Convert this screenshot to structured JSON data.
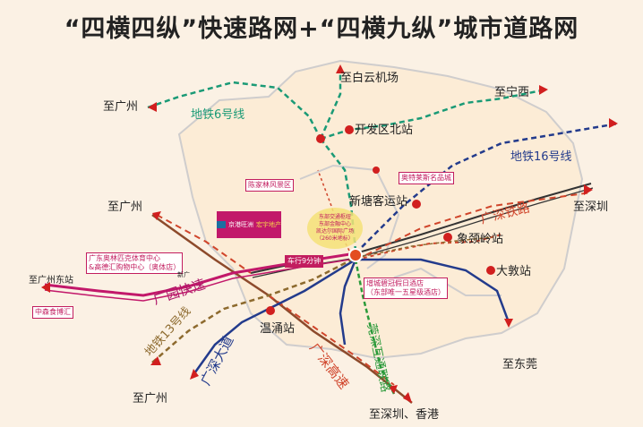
{
  "title": "“四横四纵”快速路网+“四横九纵”城市道路网",
  "places": {
    "baiyun": "至白云机场",
    "guangzhou_nw": "至广州",
    "ningxi": "至宁西",
    "guangzhou_w": "至广州",
    "shenzhen_e": "至深圳",
    "guangzhou_east_station": "至广州东站",
    "guangzhou_sw": "至广州",
    "dongguan": "至东莞",
    "shenzhen_hk": "至深圳、香港"
  },
  "stations": {
    "kaifaqu_north": "开发区北站",
    "xintangke": "新塘客运站",
    "xiangjiangling": "象颈岭站",
    "dadun": "大敦站",
    "wenyong": "温涌站"
  },
  "lines": {
    "metro6": "地铁6号线",
    "metro16": "地铁16号线",
    "guangshen_rail": "广深铁路",
    "guangyuan_express": "广园快速",
    "metro13": "地铁13号线",
    "guangshen_avenue": "广深大道",
    "guangshen_highway": "广深高速",
    "dongguan_interchange": "莞深互通联路"
  },
  "tags": {
    "chenjialin": "陈家林风景区",
    "outlets": "奥特莱斯名品城",
    "car_time": "车行9分钟",
    "sports_center": "广东奥林匹克体育中心",
    "gaode_mall": "&高德汇购物中心（奥体店）",
    "zhongsen": "中森食博汇",
    "resort_name": "增城碧冠假日酒店",
    "resort_sub": "（东部唯一五星级酒店）",
    "small_road": "新广"
  },
  "bubble": [
    "东部交通枢纽",
    "东部金融中心",
    "凯达尔国际广场",
    "（260米地标）"
  ],
  "brand": {
    "name": "京港旺洲",
    "sub": "宏宇地产"
  },
  "colors": {
    "metro6": "#1a9a76",
    "metro16": "#233b8c",
    "rail": "#d0452b",
    "pink": "#c2186a",
    "metro13": "#8d6a2e",
    "blue": "#233b8c",
    "green": "#2a9a3a",
    "dot": "#d11f1f"
  }
}
